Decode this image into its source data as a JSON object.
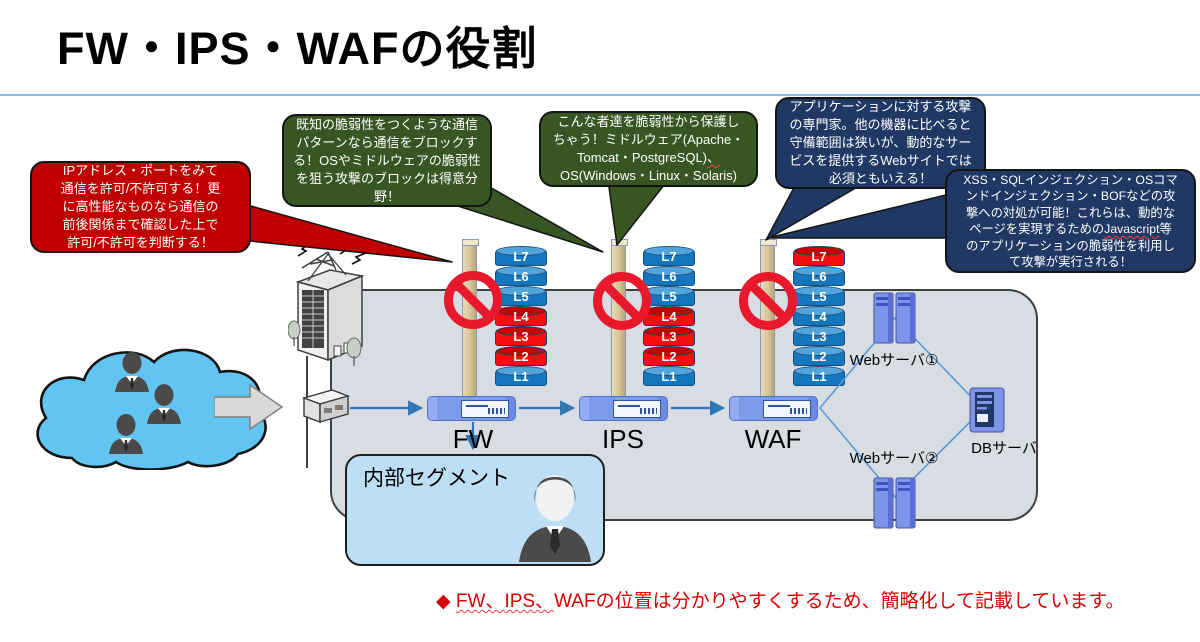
{
  "title": "FW・IPS・WAFの役割",
  "callouts": {
    "fw": {
      "color": "#C00000",
      "lines": [
        "IPアドレス・ポートをみて",
        "通信を許可/不許可する！更",
        "に高性能なものなら通信の",
        "前後関係まで確認した上で",
        "許可/不許可を判断する！"
      ]
    },
    "ips1": {
      "color": "#375623",
      "lines": [
        "既知の脆弱性をつくような通信",
        "パターンなら通信をブロックす",
        "る！OSやミドルウェアの脆弱性",
        "を狙う攻撃のブロックは得意分",
        "野！"
      ]
    },
    "ips2": {
      "color": "#375623",
      "l1": "こんな者達を脆弱性から保護し",
      "l2": "ちゃう！ミドルウェア(Apache・",
      "l3a": "Tomcat・PostgreSQL)",
      "l3b": "、",
      "l4": "OS(Windows・Linux・Solaris)"
    },
    "waf1": {
      "color": "#1F3864",
      "lines": [
        "アプリケーションに対する攻撃",
        "の専門家。他の機器に比べると",
        "守備範囲は狭いが、動的なサー",
        "ビスを提供するWebサイトでは",
        "必須ともいえる！"
      ]
    },
    "waf2": {
      "color": "#1F3864",
      "l1": "XSS・SQLインジェクション・OSコマ",
      "l2": "ンドインジェクション・BOFなどの攻",
      "l3": "撃への対処が可能！これらは、動的な",
      "l4a": "ページを実現するための",
      "l4b": "Javascript",
      "l4c": "等",
      "l5": "のアプリケーションの脆弱性を利用し",
      "l6": "て攻撃が実行される！"
    }
  },
  "stacks": {
    "fw": {
      "labels": [
        "L7",
        "L6",
        "L5",
        "L4",
        "L3",
        "L2",
        "L1"
      ],
      "blocked_layers": "L2,L3,L4"
    },
    "ips": {
      "labels": [
        "L7",
        "L6",
        "L5",
        "L4",
        "L3",
        "L2",
        "L1"
      ],
      "blocked_layers": "L2,L3,L4"
    },
    "waf": {
      "labels": [
        "L7",
        "L6",
        "L5",
        "L4",
        "L3",
        "L2",
        "L1"
      ],
      "blocked_layers": "L7"
    }
  },
  "devices": {
    "fw": "FW",
    "ips": "IPS",
    "waf": "WAF"
  },
  "servers": {
    "web1": "Webサーバ①",
    "web2": "Webサーバ②",
    "db": "DBサーバ"
  },
  "segment": {
    "label": "内部セグメント"
  },
  "note": {
    "bullet": "◆ ",
    "seg_fw": "FW、",
    "seg_ips": "IPS、",
    "rest": "WAFの位置は分かりやすくするため、簡略化して記載しています。"
  },
  "colors": {
    "callout_red": "#C00000",
    "callout_green": "#375623",
    "callout_navy": "#1F3864",
    "layer_blue": "#1477BD",
    "layer_red": "#F60E0E",
    "prohibition_red": "#E8192C",
    "cloud_blue": "#62C4F0",
    "segment_blue": "#BDDFF5",
    "appliance_blue": "#7C9BEA",
    "arrow_blue": "#2E75B6",
    "note_red": "#D90000",
    "area_gray": "#D8DCE3"
  }
}
